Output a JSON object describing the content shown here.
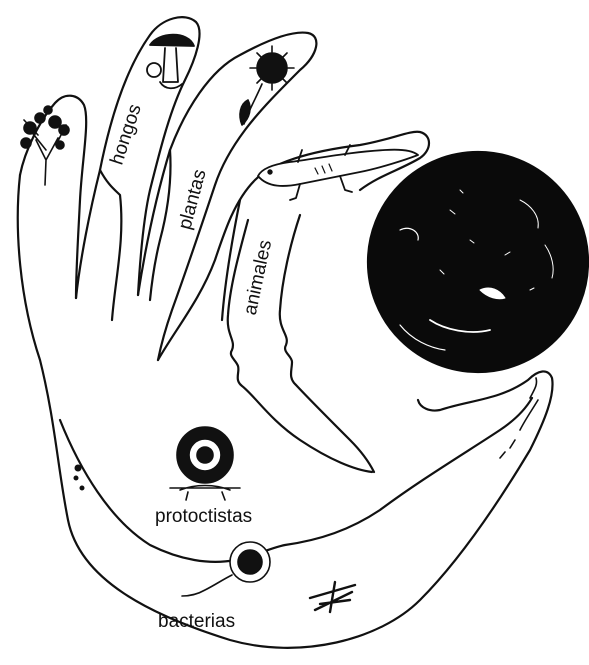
{
  "labels": {
    "hongos": "hongos",
    "plantas": "plantas",
    "animales": "animales",
    "protoctistas": "protoctistas",
    "bacterias": "bacterias"
  },
  "icons": [
    "bacteria-tree-icon",
    "mushroom-icon",
    "sunflower-icon",
    "salamander-icon",
    "earth-globe-icon",
    "protoctist-amoeba-icon",
    "spiral-bacterium-icon",
    "bacterium-cluster-icon"
  ],
  "colors": {
    "line": "#111111",
    "globe": "#0a0a0a",
    "background": "#ffffff"
  }
}
